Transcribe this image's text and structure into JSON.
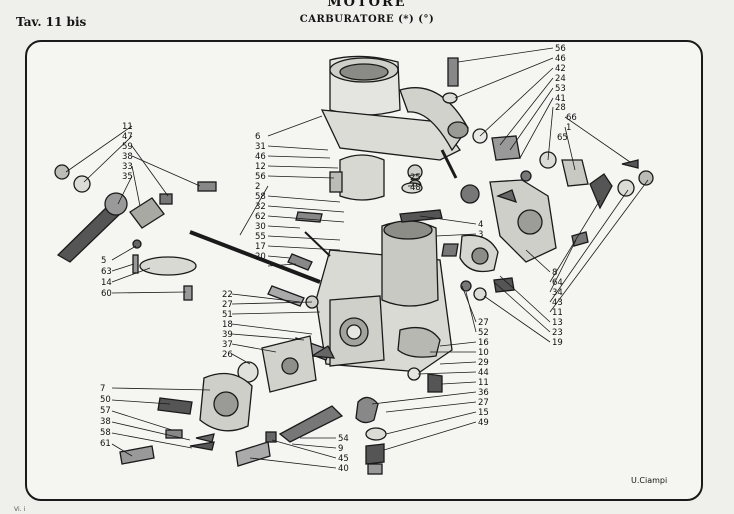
{
  "header": {
    "section": "MOTORE",
    "subtitle": "CARBURATORE (*) (°)",
    "plate": "Tav. 11 bis"
  },
  "signature": "U.Ciampi",
  "footer": "Vi. i",
  "callouts": {
    "right_column": [
      "56",
      "46",
      "42",
      "24",
      "53",
      "41",
      "28",
      "66",
      "1",
      "65"
    ],
    "top_left_stack": [
      "6",
      "31",
      "46",
      "12",
      "56",
      "2",
      "58",
      "32",
      "62",
      "30",
      "55",
      "17",
      "20"
    ],
    "left_group": [
      "11",
      "47",
      "59",
      "38",
      "33",
      "35"
    ],
    "left_lower": [
      "5",
      "63",
      "14",
      "60"
    ],
    "mid_left": [
      "22",
      "27",
      "51",
      "18",
      "39",
      "37",
      "26"
    ],
    "bottom_left": [
      "7",
      "50",
      "57",
      "38",
      "58",
      "61"
    ],
    "mid_center_right": [
      "4",
      "3",
      "25",
      "48"
    ],
    "mid_right": [
      "27",
      "52",
      "16",
      "10",
      "29",
      "44",
      "11",
      "36",
      "27",
      "15",
      "49"
    ],
    "far_right": [
      "8",
      "64",
      "34",
      "43",
      "11",
      "13",
      "23",
      "19"
    ],
    "bottom_center": [
      "54",
      "9",
      "45",
      "40"
    ]
  }
}
